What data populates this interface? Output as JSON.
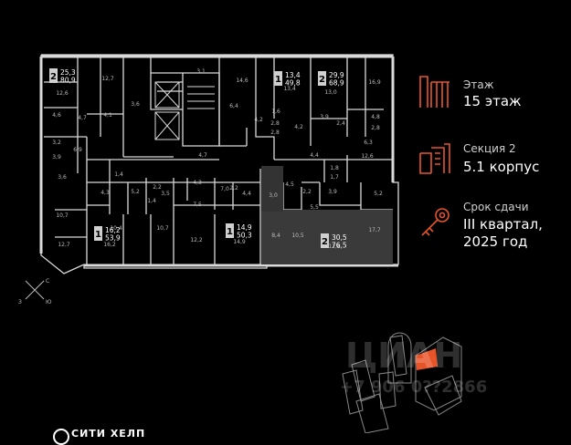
{
  "floor_label": "Этаж",
  "floor_value": "15 этаж",
  "section_label": "Секция 2",
  "section_value": "5.1 корпус",
  "deadline_label": "Срок сдачи",
  "deadline_line1": "III квартал,",
  "deadline_line2": "2025 год",
  "accent_color": "#e8542a",
  "compass": {
    "n": "С",
    "s": "Ю",
    "w": "З"
  },
  "watermark_top": "ЦИАН",
  "watermark_phone": "+7 906 0??2866",
  "brand": "СИТИ ХЕЛП",
  "apartments": [
    {
      "rooms": "2",
      "area_total": "80,9",
      "area_living": "25,3"
    },
    {
      "rooms": "1",
      "area_total": "49,8",
      "area_living": "13,4"
    },
    {
      "rooms": "2",
      "area_total": "68,9",
      "area_living": "29,9"
    },
    {
      "rooms": "1",
      "area_total": "53,9",
      "area_living": "16,2"
    },
    {
      "rooms": "1",
      "area_total": "50,3",
      "area_living": "14,9"
    },
    {
      "rooms": "2",
      "area_total": "76,5",
      "area_living": "30,5"
    }
  ],
  "room_areas": [
    "12,6",
    "12,7",
    "3,1",
    "3,6",
    "6,4",
    "14,6",
    "13,4",
    "13,0",
    "16,9",
    "4,6",
    "4,7",
    "4,1",
    "3,2",
    "3,9",
    "6,9",
    "2,8",
    "4,2",
    "4,2",
    "2,8",
    "3,9",
    "2,4",
    "4,8",
    "2,8",
    "6,3",
    "12,6",
    "4,7",
    "4,4",
    "1,8",
    "1,4",
    "4,3",
    "5,2",
    "2,2",
    "3,5",
    "4,3",
    "7,0",
    "4,4",
    "3,0",
    "4,5",
    "2,2",
    "3,9",
    "5,2",
    "1,4",
    "7,5",
    "5,5",
    "10,7",
    "10,4",
    "10,7",
    "12,2",
    "8,4",
    "10,5",
    "17,7",
    "12,7",
    "16,2",
    "14,9",
    "12,8",
    "3,6",
    "2,2",
    "1,6",
    "1,7"
  ]
}
